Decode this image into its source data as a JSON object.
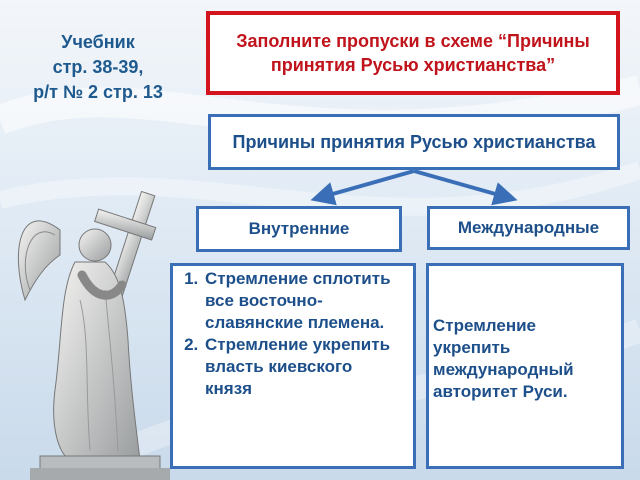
{
  "reference": {
    "line1": "Учебник",
    "line2": "стр. 38-39,",
    "line3": "р/т № 2 стр. 13"
  },
  "task": {
    "text": "Заполните пропуски в схеме “Причины принятия Русью христианства”"
  },
  "diagram": {
    "root": "Причины принятия Русью христианства",
    "internal": {
      "label": "Внутренние",
      "items": [
        "Стремление сплотить все восточно-славянские племена.",
        "Стремление укрепить власть киевского князя"
      ]
    },
    "international": {
      "label": "Международные",
      "text": "Стремление укрепить международный авторитет Руси."
    }
  },
  "colors": {
    "task_border": "#d4141c",
    "task_text": "#c0131b",
    "box_border": "#3a6fb8",
    "box_text": "#1d4f8a",
    "reference_text": "#1f5a8f"
  },
  "icons": {
    "statue": "angel-with-cross-statue"
  }
}
